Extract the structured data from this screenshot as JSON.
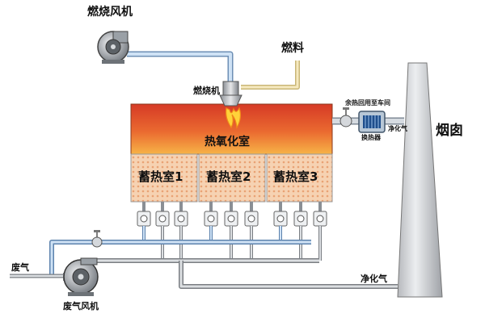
{
  "labels": {
    "combustion_fan": "燃烧风机",
    "fuel": "燃料",
    "burner": "燃烧机",
    "oxidation_chamber": "热氧化室",
    "regen_1": "蓄热室1",
    "regen_2": "蓄热室2",
    "regen_3": "蓄热室3",
    "heat_recovery": "余热回用至车间",
    "heat_exchanger": "换热器",
    "clean_gas_small": "净化气",
    "chimney": "烟囱",
    "waste_gas": "废气",
    "waste_gas_fan": "废气风机",
    "clean_gas": "净化气"
  },
  "icons": {
    "combustion_fan": "centrifugal-fan-icon",
    "waste_gas_fan": "centrifugal-fan-icon",
    "burner": "burner-nozzle-icon",
    "flame": "flame-icon",
    "heat_exchanger": "heat-exchanger-icon",
    "valve": "valve-icon"
  },
  "colors": {
    "chamber_top": "#d9412b",
    "chamber_bottom": "#f4b14a",
    "bed_fill": "#f3c9a6",
    "pipe_blue": "#a9c8e8",
    "pipe_grey": "#c9cdd3",
    "fuel_pipe": "#f1e0a8",
    "chimney": "#d9dadd"
  }
}
